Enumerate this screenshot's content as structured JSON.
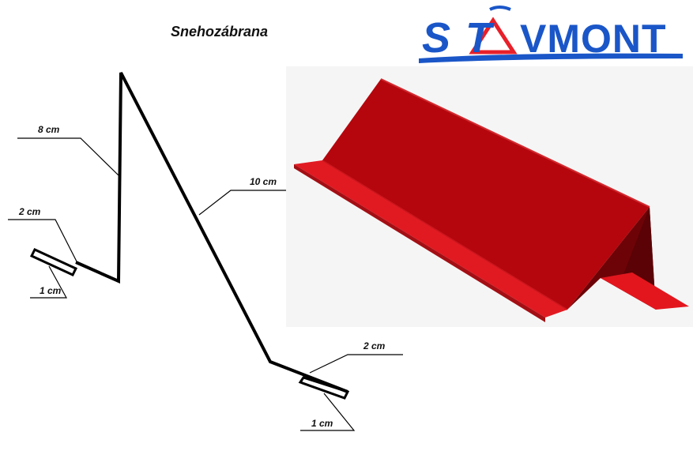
{
  "title": "Snehozábrana",
  "logo": {
    "text": "STAVMONT",
    "color": "#1a56c8",
    "accent": "#e8202a"
  },
  "dimensions": {
    "left_vertical": "8 cm",
    "diagonal": "10 cm",
    "left_flange": "2 cm",
    "left_hem": "1 cm",
    "right_flange": "2 cm",
    "right_hem": "1 cm"
  },
  "product_color": "#c8161d"
}
